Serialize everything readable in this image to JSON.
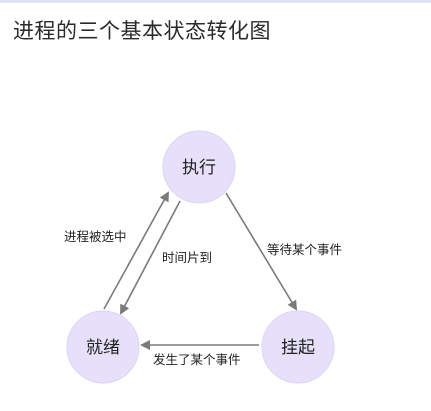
{
  "title": "进程的三个基本状态转化图",
  "states": {
    "running": "执行",
    "ready": "就绪",
    "blocked": "挂起"
  },
  "transitions": {
    "ready_to_running": "进程被选中",
    "running_to_ready": "时间片到",
    "running_to_blocked": "等待某个事件",
    "blocked_to_ready": "发生了某个事件"
  },
  "colors": {
    "node_fill": "#e6e0fa",
    "edge": "#7a7a7a"
  }
}
